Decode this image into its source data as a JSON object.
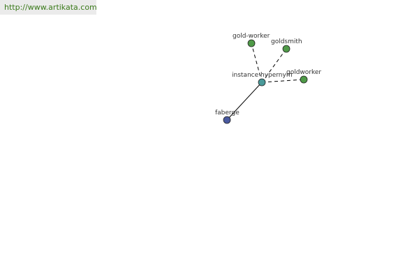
{
  "header": {
    "url_text": "http://www.artikata.com"
  },
  "graph": {
    "center": {
      "label": "instance hypernym",
      "color": "#4a9a9a"
    },
    "nodes": [
      {
        "id": "gold-worker",
        "label": "gold-worker",
        "color": "#4f9a48",
        "link": "dashed"
      },
      {
        "id": "goldsmith",
        "label": "goldsmith",
        "color": "#4f9a48",
        "link": "dashed"
      },
      {
        "id": "goldworker",
        "label": "goldworker",
        "color": "#4f9a48",
        "link": "dashed"
      },
      {
        "id": "faberge",
        "label": "faberge",
        "color": "#4a5aa0",
        "link": "solid"
      }
    ]
  }
}
